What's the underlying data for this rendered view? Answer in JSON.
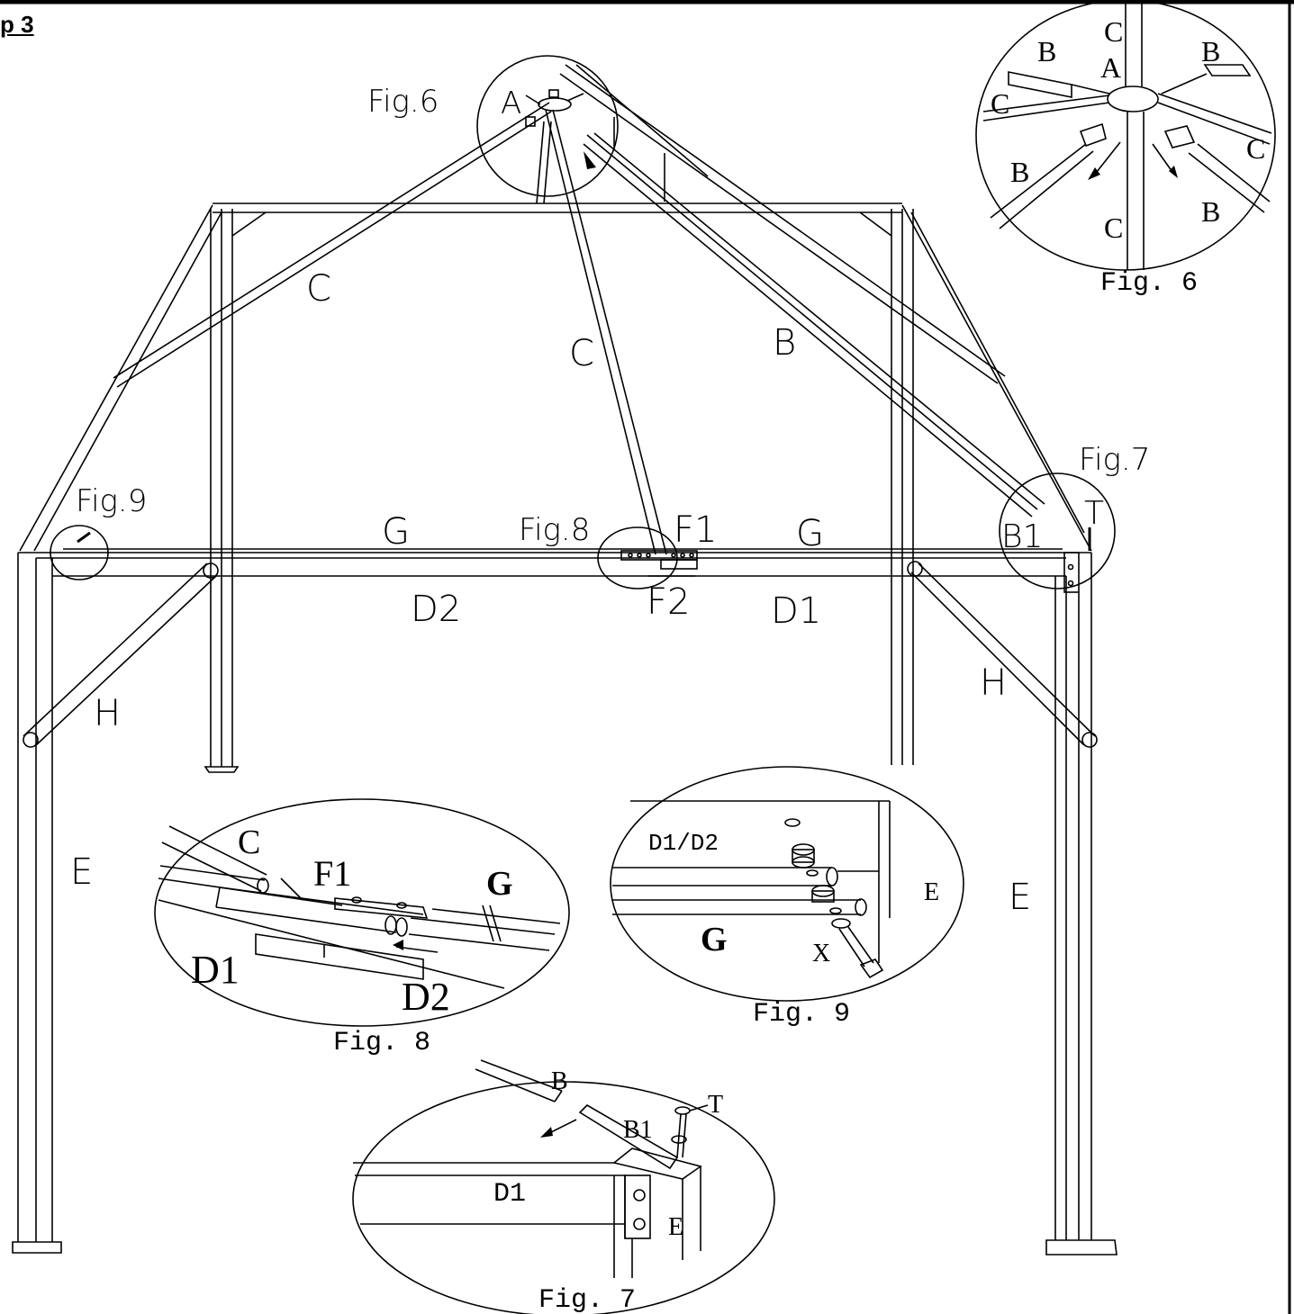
{
  "heading": "p 3",
  "main": {
    "labels": {
      "fig6": "Fig.6",
      "a": "A",
      "c_left": "C",
      "c_mid": "C",
      "b_right": "B",
      "fig7": "Fig.7",
      "t": "T",
      "b1": "B1",
      "fig9": "Fig.9",
      "g_left": "G",
      "fig8": "Fig.8",
      "f1": "F1",
      "g_right": "G",
      "d2": "D2",
      "f2": "F2",
      "d1": "D1",
      "h_left": "H",
      "h_right": "H",
      "e_left": "E",
      "e_right": "E"
    }
  },
  "fig6": {
    "caption": "Fig. 6",
    "labels": {
      "c_top": "C",
      "a": "A",
      "b_tl": "B",
      "b_tr": "B",
      "c_left": "C",
      "c_right": "C",
      "b_bl": "B",
      "b_br": "B",
      "c_bottom": "C"
    }
  },
  "fig8": {
    "caption": "Fig. 8",
    "labels": {
      "c": "C",
      "f1": "F1",
      "g": "G",
      "d1": "D1",
      "d2": "D2"
    }
  },
  "fig9": {
    "caption": "Fig. 9",
    "labels": {
      "d1d2": "D1/D2",
      "e": "E",
      "g": "G",
      "x": "X"
    }
  },
  "fig7": {
    "caption": "Fig. 7",
    "labels": {
      "b": "B",
      "b1": "B1",
      "t": "T",
      "d1": "D1",
      "e": "E"
    }
  }
}
